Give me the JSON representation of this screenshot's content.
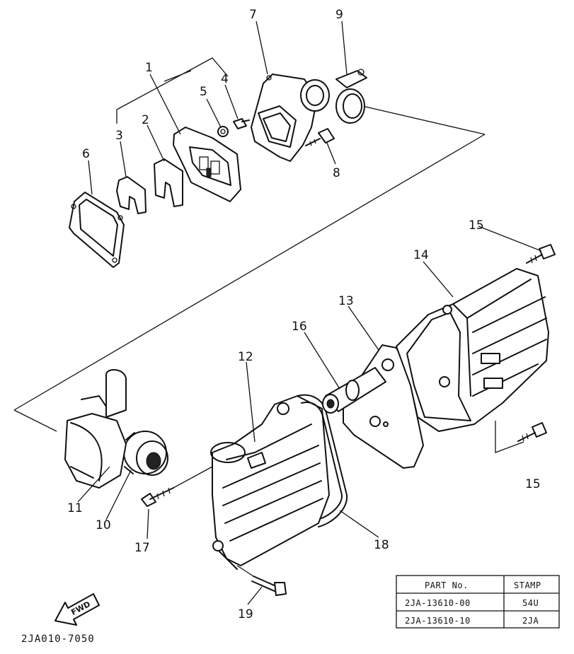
{
  "callouts": {
    "n1": "1",
    "n2": "2",
    "n3": "3",
    "n4": "4",
    "n5": "5",
    "n6": "6",
    "n7": "7",
    "n8": "8",
    "n9": "9",
    "n10": "10",
    "n11": "11",
    "n12": "12",
    "n13": "13",
    "n14": "14",
    "n15a": "15",
    "n15b": "15",
    "n16": "16",
    "n17": "17",
    "n18": "18",
    "n19": "19"
  },
  "diagram_code": "2JA010-7050",
  "fwd_label": "FWD",
  "table": {
    "headers": [
      "PART No.",
      "STAMP"
    ],
    "rows": [
      [
        "2JA-13610-00",
        "54U"
      ],
      [
        "2JA-13610-10",
        "2JA"
      ]
    ]
  }
}
